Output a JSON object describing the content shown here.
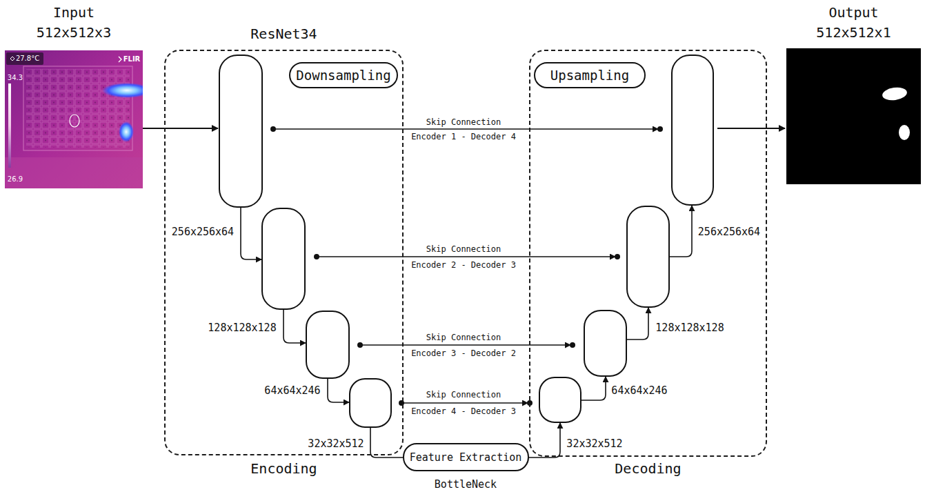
{
  "diagram": {
    "nodes": [
      {
        "text": [
          "Input 512x512x3"
        ]
      },
      {
        "text": [
          "ResNet34",
          "Encoding"
        ]
      },
      {
        "text": [
          "Downsampling"
        ],
        "in": 1
      },
      {
        "text": [
          "Feature Extraction",
          "BottleNeck"
        ]
      },
      {
        "text": [
          "Decoding"
        ]
      },
      {
        "text": [
          "Upsampling"
        ],
        "in": 4
      },
      {
        "text": [
          "Output 512x512x1"
        ]
      }
    ],
    "edges": [
      {
        "from": 0,
        "to": 1,
        "arrow": "to"
      },
      {
        "from": 4,
        "to": 6,
        "arrow": "to"
      }
    ],
    "labels": [
      "27.8°C",
      "FLIR",
      "34.3",
      "26.9",
      "Skip Connection",
      "Encoder 1 - Decoder 4",
      "Skip Connection",
      "Encoder 2 - Decoder 3",
      "Skip Connection",
      "Encoder 3 - Decoder 2",
      "Skip Connection",
      "Encoder 4 - Decoder 3",
      "256x256x64",
      "128x128x128",
      "64x64x246",
      "32x32x512",
      "32x32x512",
      "64x64x246",
      "128x128x128",
      "256x256x64"
    ]
  }
}
